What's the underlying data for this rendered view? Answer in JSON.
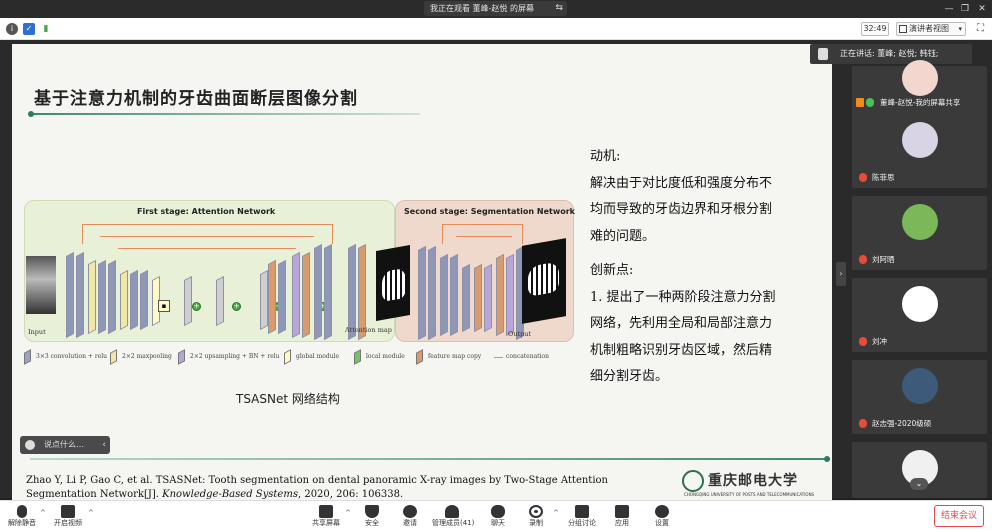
{
  "window": {
    "title": "我正在观看 董峰-赵悦 的屏幕",
    "minimize": "—",
    "restore": "❐",
    "close": "✕"
  },
  "infobar": {
    "timer": "32:49",
    "view_label": "演讲者视图"
  },
  "slide": {
    "title": "基于注意力机制的牙齿曲面断层图像分割",
    "figure": {
      "stage1_label": "First stage: Attention Network",
      "stage2_label": "Second stage: Segmentation Network",
      "input_label": "Input",
      "attention_label": "Attention map",
      "output_label": "Output",
      "legend": [
        {
          "label": "3×3 convolution + relu",
          "color": "#9aa3c3"
        },
        {
          "label": "2×2 maxpooling",
          "color": "#f2e7a6"
        },
        {
          "label": "2×2 upsampling + BN + relu",
          "color": "#b9a6d8"
        },
        {
          "label": "global module",
          "color": "#fff8c7"
        },
        {
          "label": "local module",
          "color": "#7bbf6a"
        },
        {
          "label": "feature map copy",
          "color": "#d99a6c"
        },
        {
          "label": "concatenation",
          "color": "#e58a5a"
        }
      ]
    },
    "caption": "TSASNet 网络结构",
    "motive_lines": [
      "动机:",
      "解决由于对比度低和强度分布不",
      "均而导致的牙齿边界和牙根分割",
      "难的问题。",
      "创新点:",
      "1. 提出了一种两阶段注意力分割",
      "网络，先利用全局和局部注意力",
      "机制粗略识别牙齿区域，然后精",
      "细分割牙齿。"
    ],
    "reference_line1": "Zhao Y, Li P, Gao C, et al. TSASNet: Tooth segmentation on dental panoramic X-ray images by Two-Stage Attention",
    "reference_line2_plain": "Segmentation Network[J]. ",
    "reference_journal": "Knowledge-Based Systems",
    "reference_tail": ", 2020, 206: 106338.",
    "logo_cn": "重庆邮电大学",
    "logo_en": "CHONGQING UNIVERSITY OF POSTS AND TELECOMMUNICATIONS"
  },
  "chat": {
    "placeholder": "说点什么…",
    "chevron": "‹"
  },
  "panel": {
    "speaking_label": "正在讲话: 董峰; 赵悦; 韩钰;",
    "handle": "›",
    "participants": [
      {
        "name": "董峰-赵悦-我的屏幕共享",
        "mic": "on",
        "avatar_color": "#f3d7cf"
      },
      {
        "name": "陈菲思",
        "mic": "off",
        "avatar_color": "#d9d3e6"
      },
      {
        "name": "刘阿晒",
        "mic": "off",
        "avatar_color": "#7ab85a"
      },
      {
        "name": "刘冲",
        "mic": "off",
        "avatar_color": "#ffffff"
      },
      {
        "name": "赵志强-2020级硕",
        "mic": "off",
        "avatar_color": "#3d5a7a"
      },
      {
        "name": "",
        "mic": "off",
        "avatar_color": "#f0f0f0"
      }
    ]
  },
  "toolbar": {
    "unmute": "解除静音",
    "start_video": "开启视频",
    "share_screen": "共享屏幕",
    "security": "安全",
    "invite": "邀请",
    "participants": "管理成员(41)",
    "chat": "聊天",
    "record": "录制",
    "breakout": "分组讨论",
    "apps": "应用",
    "settings": "设置",
    "end_meeting": "结束会议",
    "caret": "^"
  }
}
